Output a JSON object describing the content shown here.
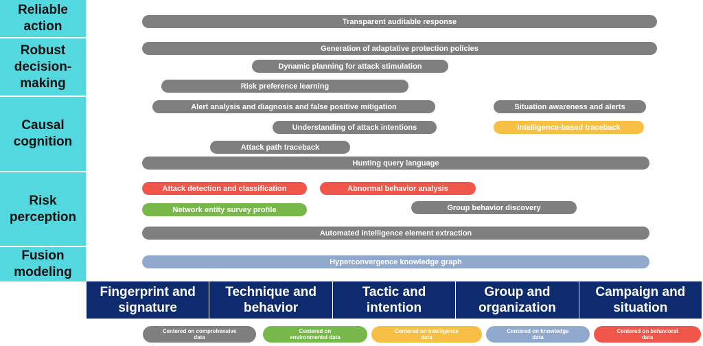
{
  "colors": {
    "sidebar": "#53d8e0",
    "gray": "#7f7f7f",
    "red": "#f0574a",
    "green": "#78b84a",
    "yellow": "#f7c044",
    "blue": "#91a9cc",
    "band": "#0d2b6e"
  },
  "levels": [
    "Reliable\naction",
    "Robust\ndecision-\nmaking",
    "Causal\ncognition",
    "Risk\nperception",
    "Fusion\nmodeling"
  ],
  "bars": [
    {
      "label": "Transparent  auditable response",
      "color": "gray"
    },
    {
      "label": "Generation of adaptative protection policies",
      "color": "gray"
    },
    {
      "label": "Dynamic planning for attack stimulation",
      "color": "gray"
    },
    {
      "label": "Risk preference learning",
      "color": "gray"
    },
    {
      "label": "Alert analysis and diagnosis and false positive mitigation",
      "color": "gray"
    },
    {
      "label": "Situation awareness and alerts",
      "color": "gray"
    },
    {
      "label": "Understanding of attack intentions",
      "color": "gray"
    },
    {
      "label": "Intelligence-based traceback",
      "color": "yellow"
    },
    {
      "label": "Attack path traceback",
      "color": "gray"
    },
    {
      "label": "Hunting query language",
      "color": "gray"
    },
    {
      "label": "Attack detection and classification",
      "color": "red"
    },
    {
      "label": "Abnormal behavior analysis",
      "color": "red"
    },
    {
      "label": "Network entity survey profile",
      "color": "green"
    },
    {
      "label": "Group behavior discovery",
      "color": "gray"
    },
    {
      "label": "Automated intelligence element extraction",
      "color": "gray"
    },
    {
      "label": "Hyperconvergence knowledge graph",
      "color": "blue"
    }
  ],
  "stages": [
    "Fingerprint and\nsignature",
    "Technique and\nbehavior",
    "Tactic and\nintention",
    "Group and\norganization",
    "Campaign and\nsituation"
  ],
  "legend": [
    {
      "label": "Centered on comprehensive\ndata",
      "color": "gray"
    },
    {
      "label": "Centered on\nenvironmental data",
      "color": "green"
    },
    {
      "label": "Centered on intelligence\ndata",
      "color": "yellow"
    },
    {
      "label": "Centered on knowledge\ndata",
      "color": "blue"
    },
    {
      "label": "Centered on behavioral\ndata",
      "color": "red"
    }
  ]
}
